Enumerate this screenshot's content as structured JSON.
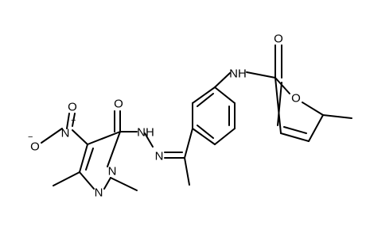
{
  "atom_labels": {
    "amide_oxygen_furan": "O",
    "amide_nh": "NH",
    "furan_oxygen": "O",
    "hydrazide_oxygen": "O",
    "hydrazide_nh": "NH",
    "hydrazone_n": "N",
    "nitro_n": "N",
    "nitro_n_charge": "+",
    "nitro_o_top": "O",
    "nitro_o_bottom": "O",
    "nitro_o_charge": "−",
    "pyrazole_n_ring": "N",
    "pyrazole_n_methyl": "N"
  },
  "colors": {
    "ink": "#000000",
    "background": "#ffffff"
  }
}
